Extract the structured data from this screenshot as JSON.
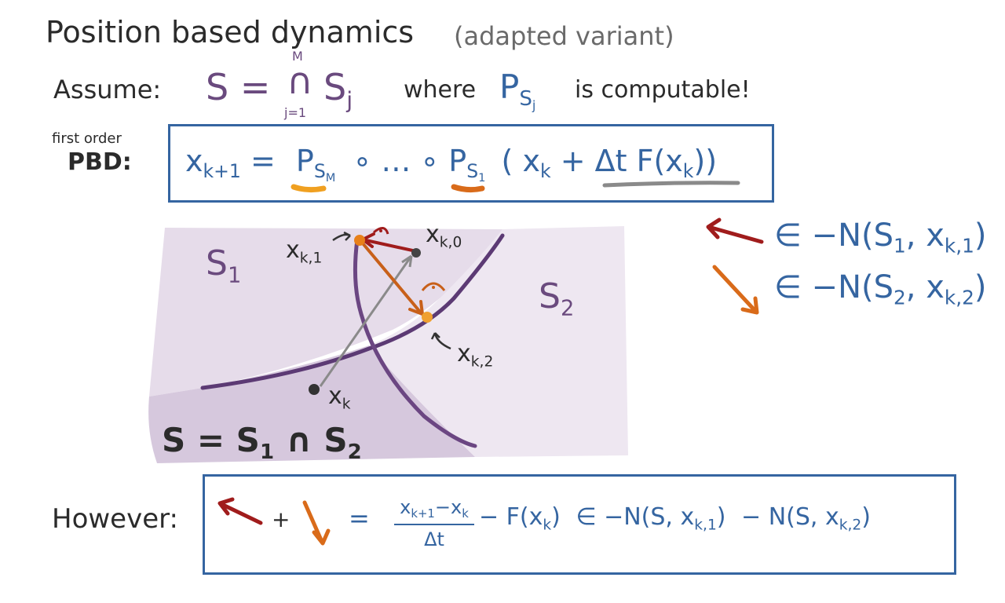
{
  "title": "Position based dynamics",
  "title_note": "(adapted variant)",
  "assume": {
    "label": "Assume:",
    "set_lhs": "S =",
    "intersect_symbol": "∩",
    "intersect_upper": "M",
    "intersect_lower": "j=1",
    "set_rhs": "S",
    "set_rhs_sub": "j",
    "where": "where",
    "proj": "P",
    "proj_sub": "S",
    "proj_subsub": "j",
    "tail": "is computable!"
  },
  "pbd": {
    "label_line1": "first order",
    "label_line2": "PBD:",
    "formula_lhs": "x",
    "formula_lhs_sub": "k+1",
    "formula_eq": "=",
    "proj_m": "P",
    "proj_m_sub": "S",
    "proj_m_subsub": "M",
    "compose": "∘ … ∘",
    "proj_1": "P",
    "proj_1_sub": "S",
    "proj_1_subsub": "1",
    "paren_open": "(",
    "xk": "x",
    "xk_sub": "k",
    "plus_dt": "+ Δt F(x",
    "plus_dt_sub": "k",
    "paren_close": "))"
  },
  "diagram": {
    "s1": "S",
    "s1_sub": "1",
    "s2": "S",
    "s2_sub": "2",
    "intersection": "S = S",
    "intersection_sub1": "1",
    "intersection_mid": "∩ S",
    "intersection_sub2": "2",
    "xk0": "x",
    "xk0_sub": "k,0",
    "xk1": "x",
    "xk1_sub": "k,1",
    "xk2": "x",
    "xk2_sub": "k,2",
    "xk": "x",
    "xk_sub": "k"
  },
  "legend": {
    "red": "∈ −N(S",
    "red_sub1": "1",
    "red_mid": ", x",
    "red_sub2": "k,1",
    "red_close": ")",
    "orange": "∈ −N(S",
    "orange_sub1": "2",
    "orange_mid": ", x",
    "orange_sub2": "k,2",
    "orange_close": ")"
  },
  "however": {
    "label": "However:",
    "plus": "+",
    "eq": "=",
    "num": "x",
    "num_sub": "k+1",
    "num_mid": "−x",
    "num_sub2": "k",
    "den": "Δt",
    "minus_f": "− F(x",
    "minus_f_sub": "k",
    "minus_f_close": ")",
    "rhs1": "∈ −N(S, x",
    "rhs1_sub": "k,1",
    "rhs1_close": ")",
    "rhs2": "− N(S, x",
    "rhs2_sub": "k,2",
    "rhs2_close": ")"
  },
  "colors": {
    "ink": "#2b2b2b",
    "purple": "#6a4a7e",
    "blue": "#3565a1",
    "red": "#a01c1c",
    "orange": "#d96b1a",
    "region_light": "#ece6f0",
    "region_dark": "#d8cfe0"
  }
}
